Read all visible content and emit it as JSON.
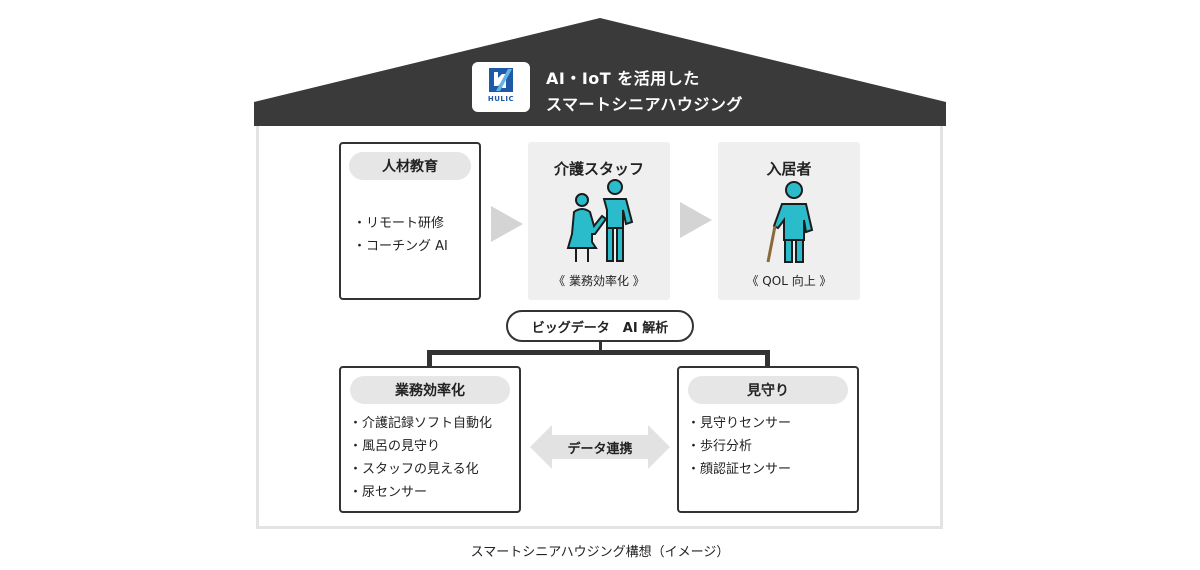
{
  "header": {
    "logo_text": "HULIC",
    "title_line1": "AI・IoT を活用した",
    "title_line2": "スマートシニアハウジング"
  },
  "education": {
    "title": "人材教育",
    "items": [
      "リモート研修",
      "コーチング AI"
    ]
  },
  "staff": {
    "title": "介護スタッフ",
    "sub": "《 業務効率化 》"
  },
  "resident": {
    "title": "入居者",
    "sub": "《 QOL 向上 》"
  },
  "bigdata_label": "ビッグデータ　AI 解析",
  "efficiency": {
    "title": "業務効率化",
    "items": [
      "介護記録ソフト自動化",
      "風呂の見守り",
      "スタッフの見える化",
      "尿センサー"
    ]
  },
  "data_link_label": "データ連携",
  "monitoring": {
    "title": "見守り",
    "items": [
      "見守りセンサー",
      "歩行分析",
      "顔認証センサー"
    ]
  },
  "caption": "スマートシニアハウジング構想（イメージ）",
  "colors": {
    "roof": "#3a3a3a",
    "accent_teal": "#2bbccc",
    "gray_box": "#efefef",
    "pill": "#e6e6e6",
    "logo_blue": "#1f5aa8"
  }
}
